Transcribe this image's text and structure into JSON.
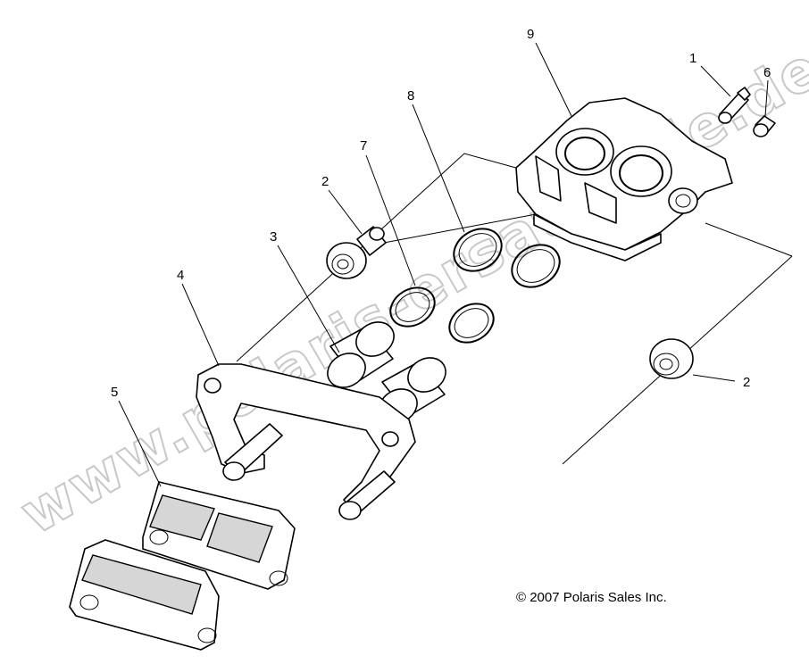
{
  "watermark": "www.polaris-ersatzteile.de",
  "copyright": "© 2007 Polaris Sales Inc.",
  "callouts": {
    "c1": "1",
    "c2a": "2",
    "c2b": "2",
    "c3": "3",
    "c4": "4",
    "c5": "5",
    "c6": "6",
    "c7": "7",
    "c8": "8",
    "c9": "9"
  }
}
